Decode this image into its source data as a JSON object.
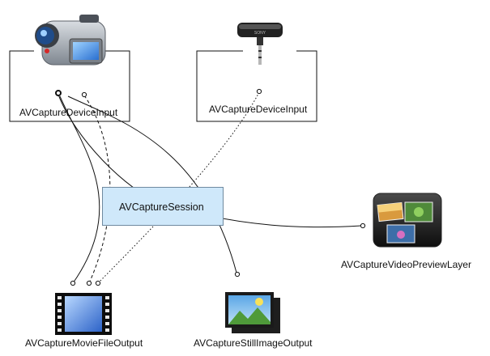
{
  "nodes": {
    "camera_input": {
      "label": "AVCaptureDeviceInput",
      "icon": "video-camera-icon"
    },
    "mic_input": {
      "label": "AVCaptureDeviceInput",
      "icon": "microphone-icon"
    },
    "session": {
      "label": "AVCaptureSession"
    },
    "preview_layer": {
      "label": "AVCaptureVideoPreviewLayer",
      "icon": "photo-gallery-icon"
    },
    "movie_output": {
      "label": "AVCaptureMovieFileOutput",
      "icon": "film-strip-icon"
    },
    "still_output": {
      "label": "AVCaptureStillImageOutput",
      "icon": "landscape-photos-icon"
    }
  },
  "colors": {
    "session_fill": "#cfe8fa",
    "session_border": "#6f8aa0",
    "connector": "#111111"
  }
}
